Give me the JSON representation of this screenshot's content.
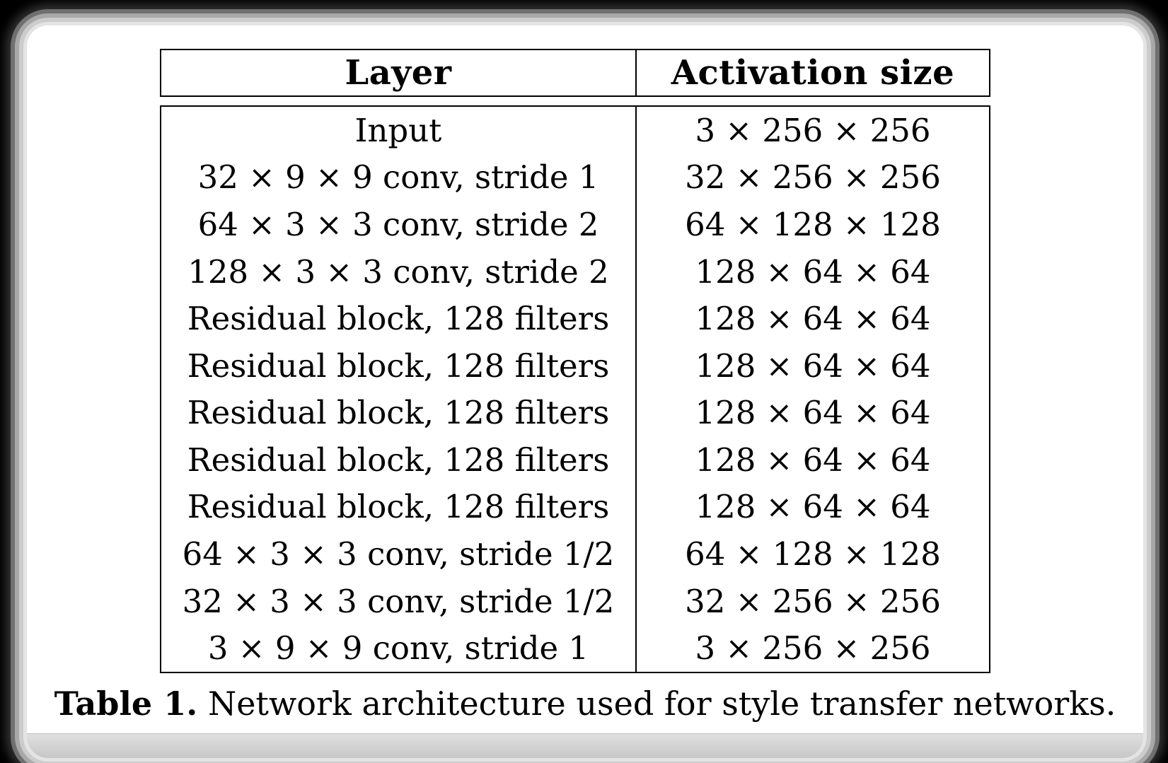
{
  "window": {
    "background_color": "#000000",
    "card_color": "#ffffff",
    "footer_strip_color": "#d4d4d4"
  },
  "table": {
    "headers": [
      "Layer",
      "Activation size"
    ],
    "rows": [
      {
        "layer": "Input",
        "activation": "3 × 256 × 256"
      },
      {
        "layer": "32 × 9 × 9 conv, stride 1",
        "activation": "32 × 256 × 256"
      },
      {
        "layer": "64 × 3 × 3 conv, stride 2",
        "activation": "64 × 128 × 128"
      },
      {
        "layer": "128 × 3 × 3 conv, stride 2",
        "activation": "128 × 64 × 64"
      },
      {
        "layer": "Residual block, 128 filters",
        "activation": "128 × 64 × 64"
      },
      {
        "layer": "Residual block, 128 filters",
        "activation": "128 × 64 × 64"
      },
      {
        "layer": "Residual block, 128 filters",
        "activation": "128 × 64 × 64"
      },
      {
        "layer": "Residual block, 128 filters",
        "activation": "128 × 64 × 64"
      },
      {
        "layer": "Residual block, 128 filters",
        "activation": "128 × 64 × 64"
      },
      {
        "layer": "64 × 3 × 3 conv, stride 1/2",
        "activation": "64 × 128 × 128"
      },
      {
        "layer": "32 × 3 × 3 conv, stride 1/2",
        "activation": "32 × 256 × 256"
      },
      {
        "layer": "3 × 9 × 9 conv, stride 1",
        "activation": "3 × 256 × 256"
      }
    ]
  },
  "caption": {
    "label": "Table 1.",
    "text": "Network architecture used for style transfer networks."
  }
}
